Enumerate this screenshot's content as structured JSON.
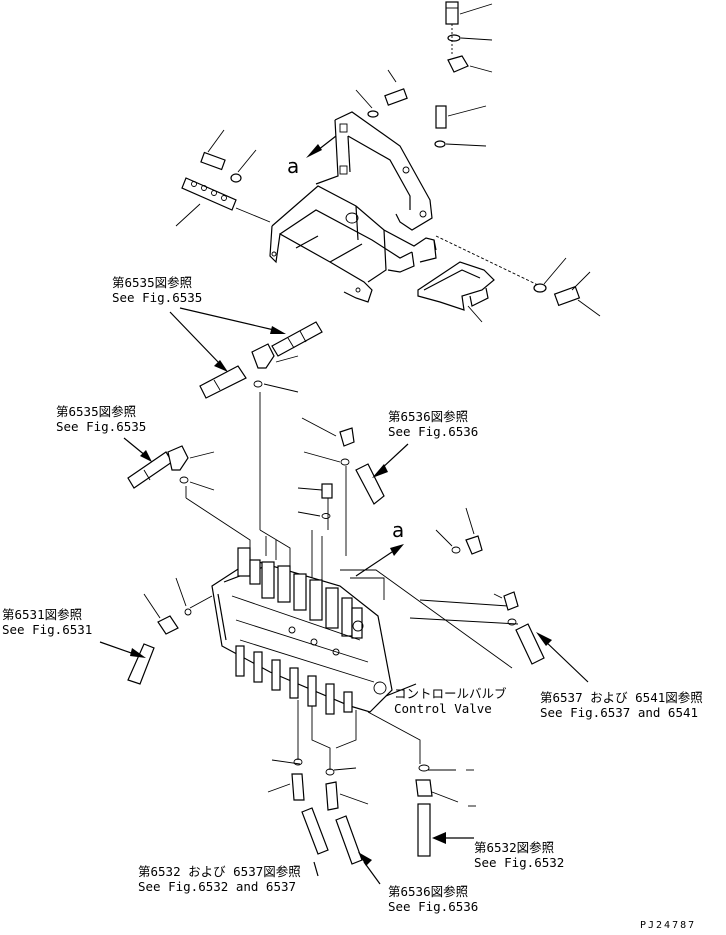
{
  "letters": {
    "a_top": "a",
    "a_mid": "a"
  },
  "refs": {
    "r6535_upper": {
      "jp": "第6535図参照",
      "en": "See Fig.6535"
    },
    "r6535_left": {
      "jp": "第6535図参照",
      "en": "See Fig.6535"
    },
    "r6536_upper": {
      "jp": "第6536図参照",
      "en": "See Fig.6536"
    },
    "r6531": {
      "jp": "第6531図参照",
      "en": "See Fig.6531"
    },
    "control_valve": {
      "jp": "コントロールバルブ",
      "en": "Control Valve"
    },
    "r6537_6541": {
      "jp": "第6537 および 6541図参照",
      "en": "See Fig.6537 and 6541"
    },
    "r6532": {
      "jp": "第6532図参照",
      "en": "See Fig.6532"
    },
    "r6532_6537": {
      "jp": "第6532 および 6537図参照",
      "en": "See Fig.6532 and 6537"
    },
    "r6536_lower": {
      "jp": "第6536図参照",
      "en": "See Fig.6536"
    }
  },
  "drawing_code": "PJ24787"
}
